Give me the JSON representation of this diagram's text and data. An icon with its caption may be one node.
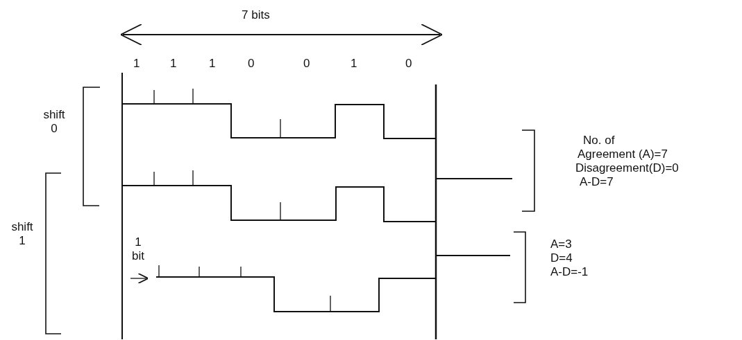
{
  "diagram": {
    "labels": [
      "7 bits",
      "1",
      "1",
      "1",
      "0",
      "0",
      "1",
      "0",
      "shift 0",
      "No. of",
      "Agreement (A)=7",
      "Disagreement(D)=0",
      "A-D=7",
      "shift 1",
      "1 bit",
      "A=3",
      "D=4",
      "A-D=-1"
    ]
  }
}
